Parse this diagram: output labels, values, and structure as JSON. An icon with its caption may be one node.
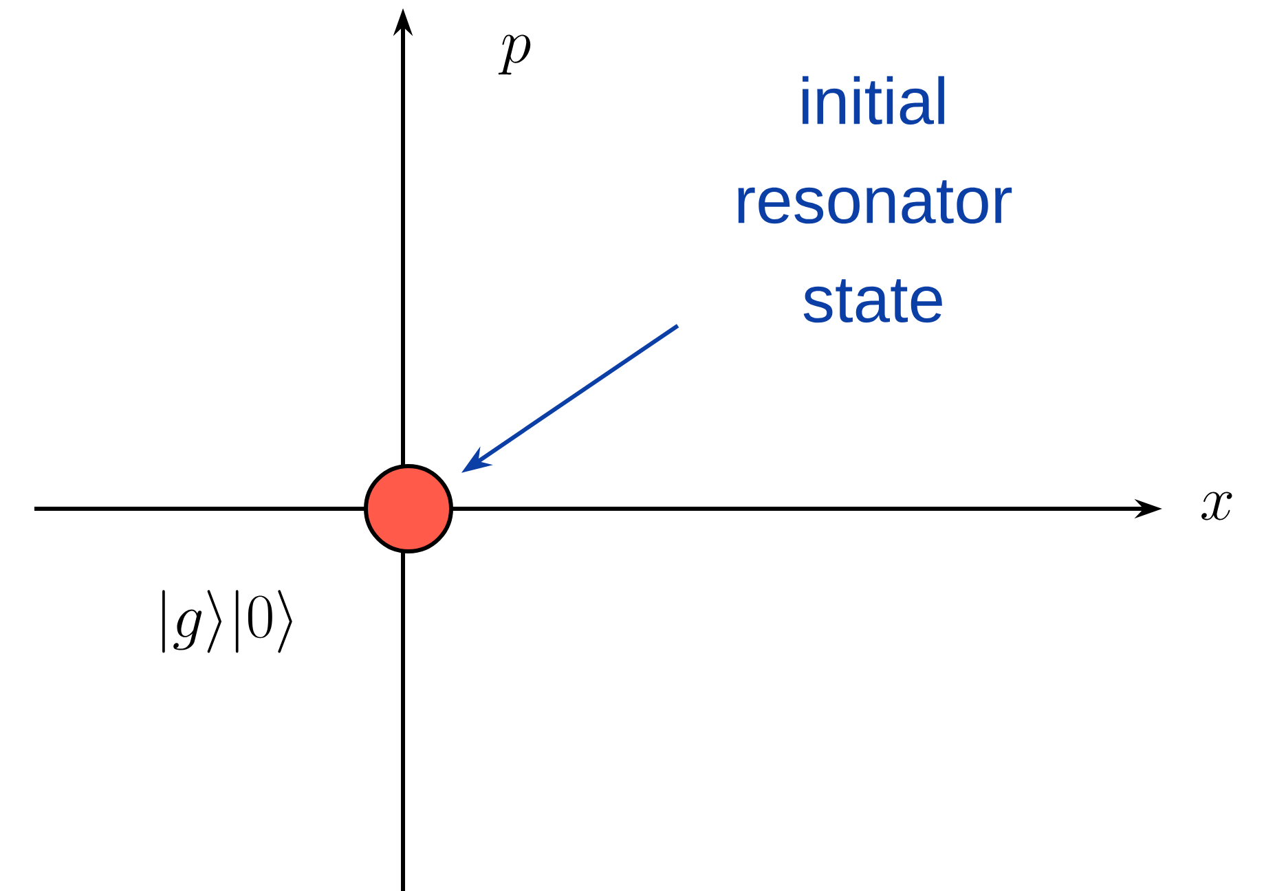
{
  "diagram": {
    "nodes": [
      {
        "text": [
          "initial resonator state"
        ]
      },
      {
        "text": [],
        "shape": "circle"
      }
    ],
    "edges": [
      {
        "from": 0,
        "to": 1,
        "arrow": "to",
        "color": "#0b3fa6"
      }
    ],
    "labels": [
      "p",
      "x",
      "|g\\rangle|0\\rangle"
    ]
  }
}
